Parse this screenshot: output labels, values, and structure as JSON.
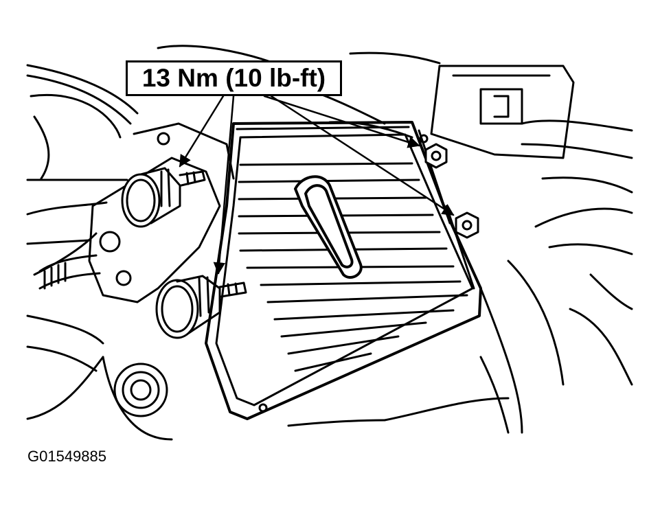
{
  "callout": {
    "torque_label": "13 Nm (10 lb-ft)"
  },
  "figure": {
    "id": "G01549885"
  },
  "components": {
    "module": "engine-control-module",
    "fasteners": [
      "stud-upper-left",
      "stud-lower-left",
      "nut-upper-right",
      "nut-right"
    ]
  },
  "colors": {
    "ink": "#000000",
    "paper": "#ffffff"
  }
}
